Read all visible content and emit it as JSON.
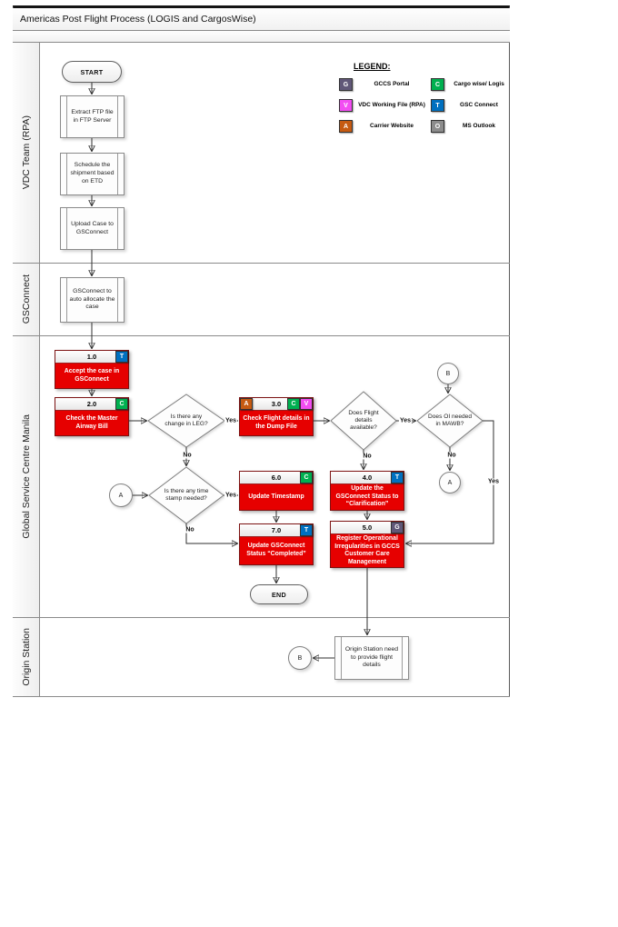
{
  "title": "Americas Post Flight Process (LOGIS and CargosWise)",
  "legend": {
    "title": "LEGEND:",
    "items": [
      {
        "code": "G",
        "label": "GCCS Portal",
        "color": "#605778"
      },
      {
        "code": "C",
        "label": "Cargo wise/ Logis",
        "color": "#00b050"
      },
      {
        "code": "V",
        "label": "VDC Working File (RPA)",
        "color": "#f24df2"
      },
      {
        "code": "T",
        "label": "GSC Connect",
        "color": "#0070c0"
      },
      {
        "code": "A",
        "label": "Carrier Website",
        "color": "#c55a11"
      },
      {
        "code": "O",
        "label": "MS Outlook",
        "color": "#8c8c8c"
      }
    ]
  },
  "lanes": [
    {
      "label": "VDC Team (RPA)"
    },
    {
      "label": "GSConnect"
    },
    {
      "label": "Global Service Centre Manila"
    },
    {
      "label": "Origin Station"
    }
  ],
  "nodes": {
    "start": {
      "label": "START"
    },
    "extract": {
      "text": "Extract FTP file in FTP Server"
    },
    "schedule": {
      "text": "Schedule the shipment based on ETD"
    },
    "upload": {
      "text": "Upload Case to GSConnect"
    },
    "gs_auto": {
      "text": "GSConnect to auto allocate the case"
    },
    "n1": {
      "num": "1.0",
      "badge": "T",
      "text": "Accept the case in GSConnect"
    },
    "n2": {
      "num": "2.0",
      "badge": "C",
      "text": "Check the Master Airway Bill"
    },
    "n3": {
      "num": "3.0",
      "badge_left": "A",
      "badges_right": [
        "C",
        "V"
      ],
      "text": "Check Flight details in the Dump File"
    },
    "n4": {
      "num": "4.0",
      "badge": "T",
      "text": "Update the GSConnect Status to “Clarification”"
    },
    "n5": {
      "num": "5.0",
      "badge": "G",
      "text": "Register Operational Irregularities in GCCS Customer Care Management"
    },
    "n6": {
      "num": "6.0",
      "badge": "C",
      "text": "Update Timestamp"
    },
    "n7": {
      "num": "7.0",
      "badge": "T",
      "text": "Update GSConnect Status “Completed”"
    },
    "d_leg": {
      "text": "Is there any change in LEG?"
    },
    "d_flight": {
      "text": "Does Flight details available?"
    },
    "d_oi": {
      "text": "Does OI needed in MAWB?"
    },
    "d_time": {
      "text": "Is there any time stamp needed?"
    },
    "end": {
      "label": "END"
    },
    "origin": {
      "text": "Origin Station need to provide flight details"
    }
  },
  "connectors": {
    "a": "A",
    "b": "B"
  },
  "edge_labels": {
    "yes": "Yes",
    "no": "No"
  },
  "colors": {
    "task_fill": "#e60000",
    "task_text": "#ffffff",
    "frame_border": "#5a5a5a"
  }
}
